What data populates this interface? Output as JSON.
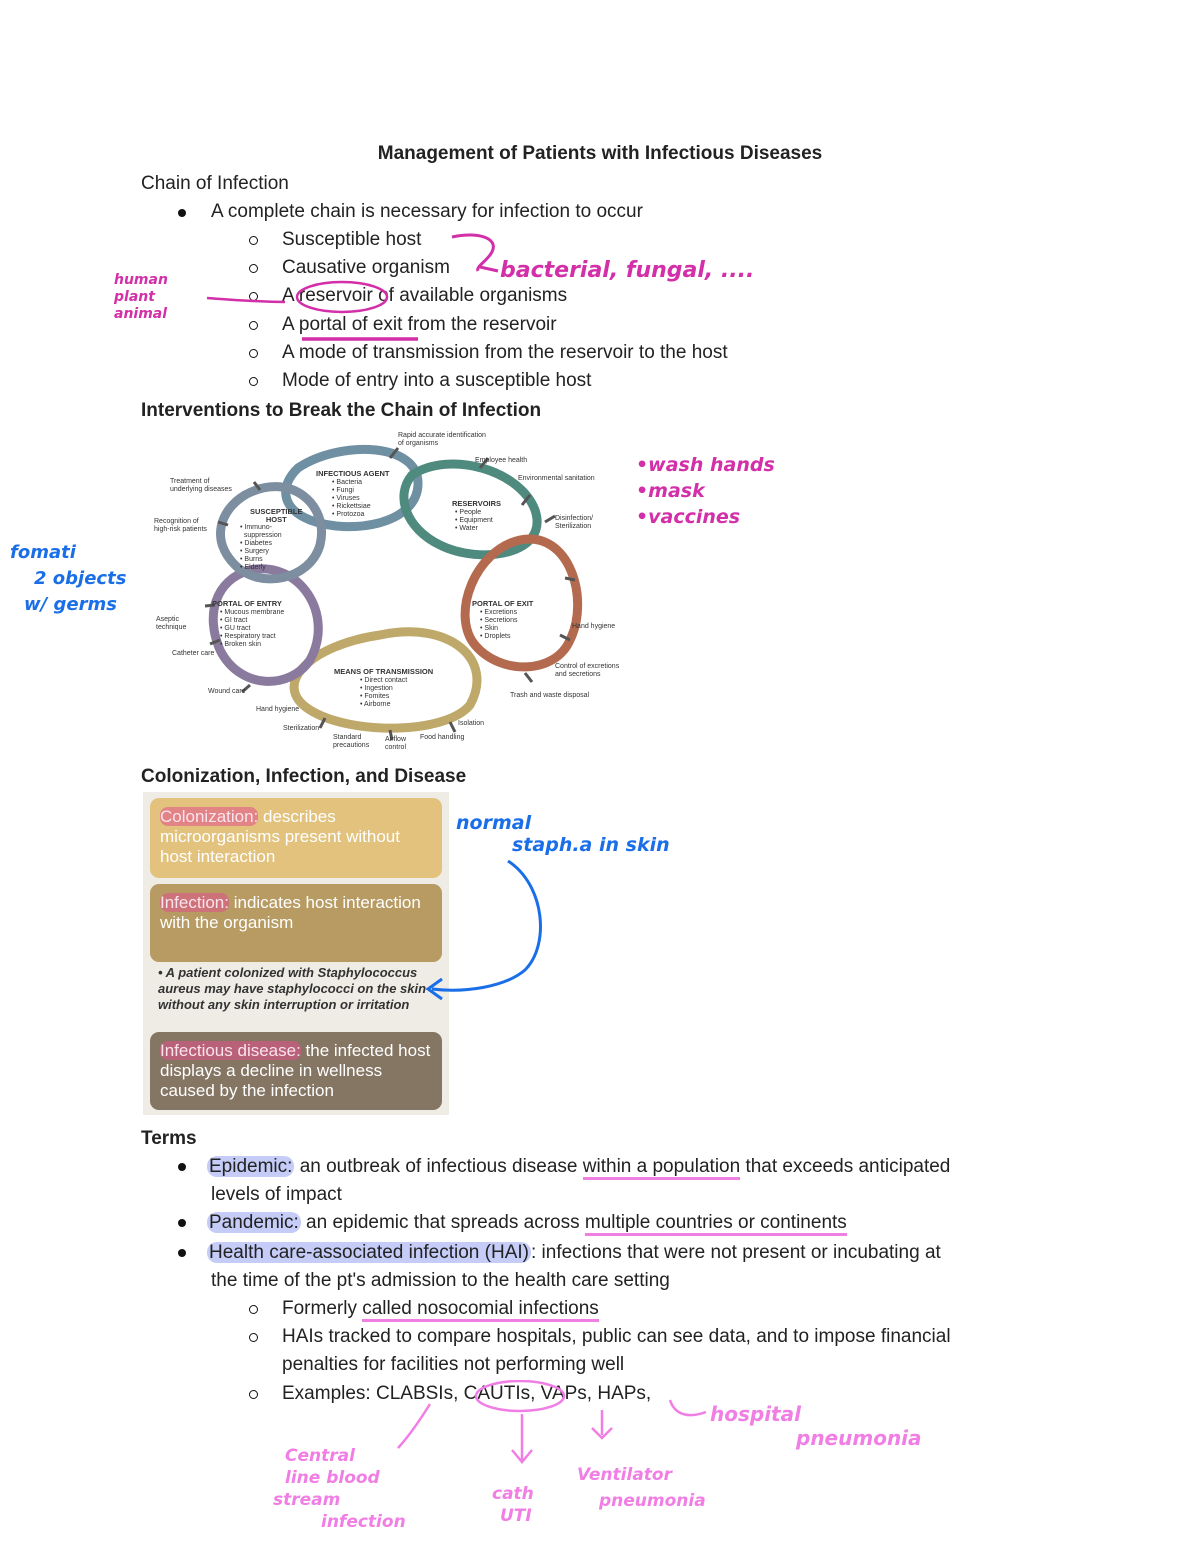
{
  "title": "Management of Patients with Infectious Diseases",
  "chain": {
    "heading": "Chain of Infection",
    "bullet": "A complete chain is necessary for infection to occur",
    "items": [
      "Susceptible host",
      "Causative organism",
      "A reservoir of available organisms",
      "A portal of exit from the reservoir",
      "A mode of transmission from the reservoir to the host",
      "Mode of entry into a susceptible host"
    ]
  },
  "interventions_heading": "Interventions to Break the Chain of Infection",
  "diagram": {
    "center_labels": {
      "infectious_agent": "INFECTIOUS AGENT",
      "infectious_agent_items": "• Bacteria\n• Fungi\n• Viruses\n• Rickettsiae\n• Protozoa",
      "reservoirs": "RESERVOIRS",
      "reservoirs_items": "• People\n• Equipment\n• Water",
      "susceptible_host": "SUSCEPTIBLE\nHOST",
      "susceptible_host_items": "• Immuno-\n  suppression\n• Diabetes\n• Surgery\n• Burns\n• Elderly",
      "portal_exit": "PORTAL OF EXIT",
      "portal_exit_items": "• Excretions\n• Secretions\n• Skin\n• Droplets",
      "portal_entry": "PORTAL OF ENTRY",
      "portal_entry_items": "• Mucous membrane\n• GI tract\n• GU tract\n• Respiratory tract\n• Broken skin",
      "transmission": "MEANS OF TRANSMISSION",
      "transmission_items": "• Direct contact\n• Ingestion\n• Fomites\n• Airborne"
    },
    "outer_labels": {
      "rapid": "Rapid accurate identification\nof organisms",
      "employee": "Employee health",
      "environmental": "Environmental sanitation",
      "disinfection": "Disinfection/\nSterilization",
      "hand_hygiene_r": "Hand hygiene",
      "control": "Control of excretions\nand secretions",
      "trash": "Trash and waste disposal",
      "isolation": "Isolation",
      "food": "Food handling",
      "airflow": "Airflow\ncontrol",
      "standard": "Standard\nprecautions",
      "sterilization": "Sterilization",
      "hand_hygiene_l": "Hand hygiene",
      "wound": "Wound care",
      "catheter": "Catheter care",
      "aseptic": "Aseptic\ntechnique",
      "recognition": "Recognition of\nhigh-risk patients",
      "treatment": "Treatment of\nunderlying diseases"
    }
  },
  "colonization": {
    "heading": "Colonization, Infection, and Disease",
    "box1_term": "Colonization:",
    "box1_text": " describes microorganisms present without host interaction",
    "box2_term": "Infection:",
    "box2_text": " indicates host interaction with the organism",
    "example": "• A patient colonized with Staphylococcus aureus may have staphylococci on the skin without any skin interruption or irritation",
    "box3_term": "Infectious disease:",
    "box3_text": " the infected host displays a decline in wellness caused by the infection"
  },
  "terms": {
    "heading": "Terms",
    "epidemic_term": "Epidemic:",
    "epidemic_text_a": " an outbreak of infectious disease ",
    "epidemic_ul": "within a population",
    "epidemic_text_b": " that exceeds anticipated",
    "epidemic_line2": "levels of impact",
    "pandemic_term": "Pandemic:",
    "pandemic_text": " an epidemic that spreads across ",
    "pandemic_ul": "multiple countries or continents",
    "hai_term": "Health care-associated infection (HAI)",
    "hai_text": ": infections that were not present or incubating at",
    "hai_line2": "the time of the pt's admission to the health care setting",
    "sub1_a": "Formerly ",
    "sub1_ul": "called nosocomial infections",
    "sub2_line1": "HAIs tracked to compare hospitals, public can see data, and to impose financial",
    "sub2_line2": "penalties for facilities not performing well",
    "sub3": "Examples: CLABSIs, CAUTIs, VAPs, HAPs,"
  },
  "handwriting": {
    "organism_note": "bacterial, fungal, ....",
    "reservoir_note_1": "human",
    "reservoir_note_2": "plant",
    "reservoir_note_3": "animal",
    "interventions_note_1": "•wash hands",
    "interventions_note_2": "•mask",
    "interventions_note_3": "•vaccines",
    "fomites_note_1": "fomati",
    "fomites_note_2": "2 objects",
    "fomites_note_3": "w/ germs",
    "colonization_note_1": "normal",
    "colonization_note_2": "staph.a in skin",
    "hap_note_1": "hospital",
    "hap_note_2": "pneumonia",
    "clabsi_note_1": "Central",
    "clabsi_note_2": "line blood",
    "clabsi_note_3": "stream",
    "clabsi_note_4": "infection",
    "cauti_note_1": "cath",
    "cauti_note_2": "UTI",
    "vap_note_1": "Ventilator",
    "vap_note_2": "pneumonia"
  },
  "colors": {
    "box1": "#e2c27c",
    "box2": "#b79b63",
    "box3": "#857563",
    "pink_ink": "#d22fa8",
    "blue_ink": "#1a6fe8",
    "light_pink_ink": "#f07ee4",
    "blue_highlight": "#c4ccf7"
  }
}
